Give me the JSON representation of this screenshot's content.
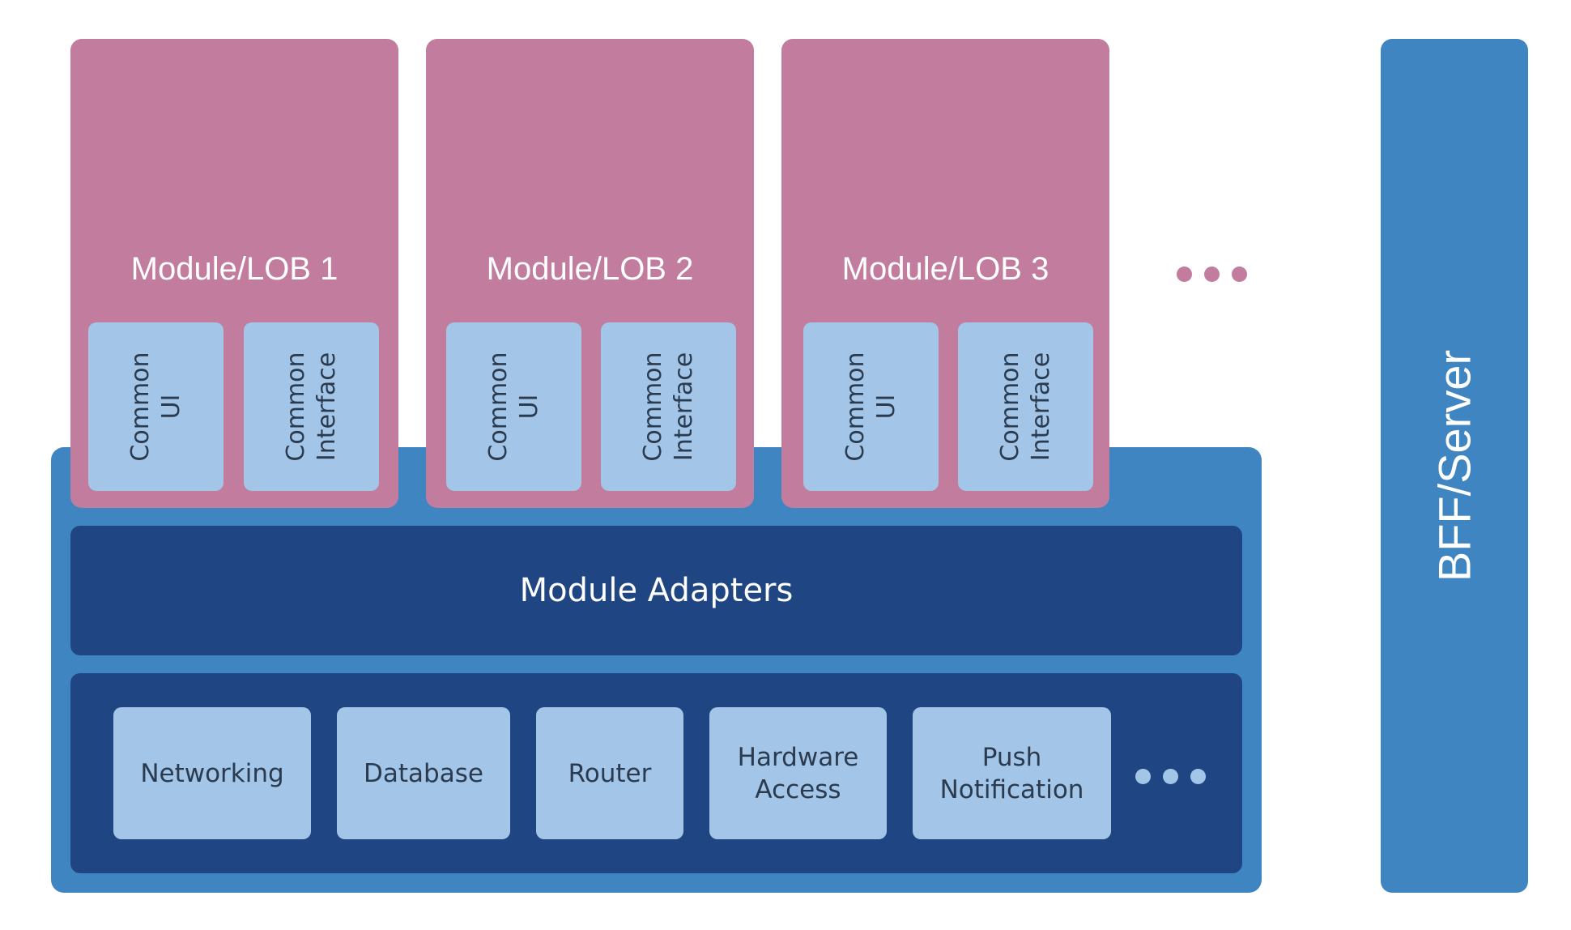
{
  "modules": [
    {
      "title": "Module/LOB 1",
      "chips": [
        "Common\nUI",
        "Common\nInterface"
      ]
    },
    {
      "title": "Module/LOB 2",
      "chips": [
        "Common\nUI",
        "Common\nInterface"
      ]
    },
    {
      "title": "Module/LOB 3",
      "chips": [
        "Common\nUI",
        "Common\nInterface"
      ]
    }
  ],
  "adapters_label": "Module Adapters",
  "services": [
    "Networking",
    "Database",
    "Router",
    "Hardware\nAccess",
    "Push\nNotification"
  ],
  "bff_label": "BFF/Server",
  "colors": {
    "module_pink": "#C27C9E",
    "platform_blue": "#3F85C1",
    "dark_navy": "#1F4683",
    "light_blue": "#A3C5E7",
    "ellipsis_top": "#C27C9E",
    "ellipsis_bottom": "#A3C5E7"
  }
}
